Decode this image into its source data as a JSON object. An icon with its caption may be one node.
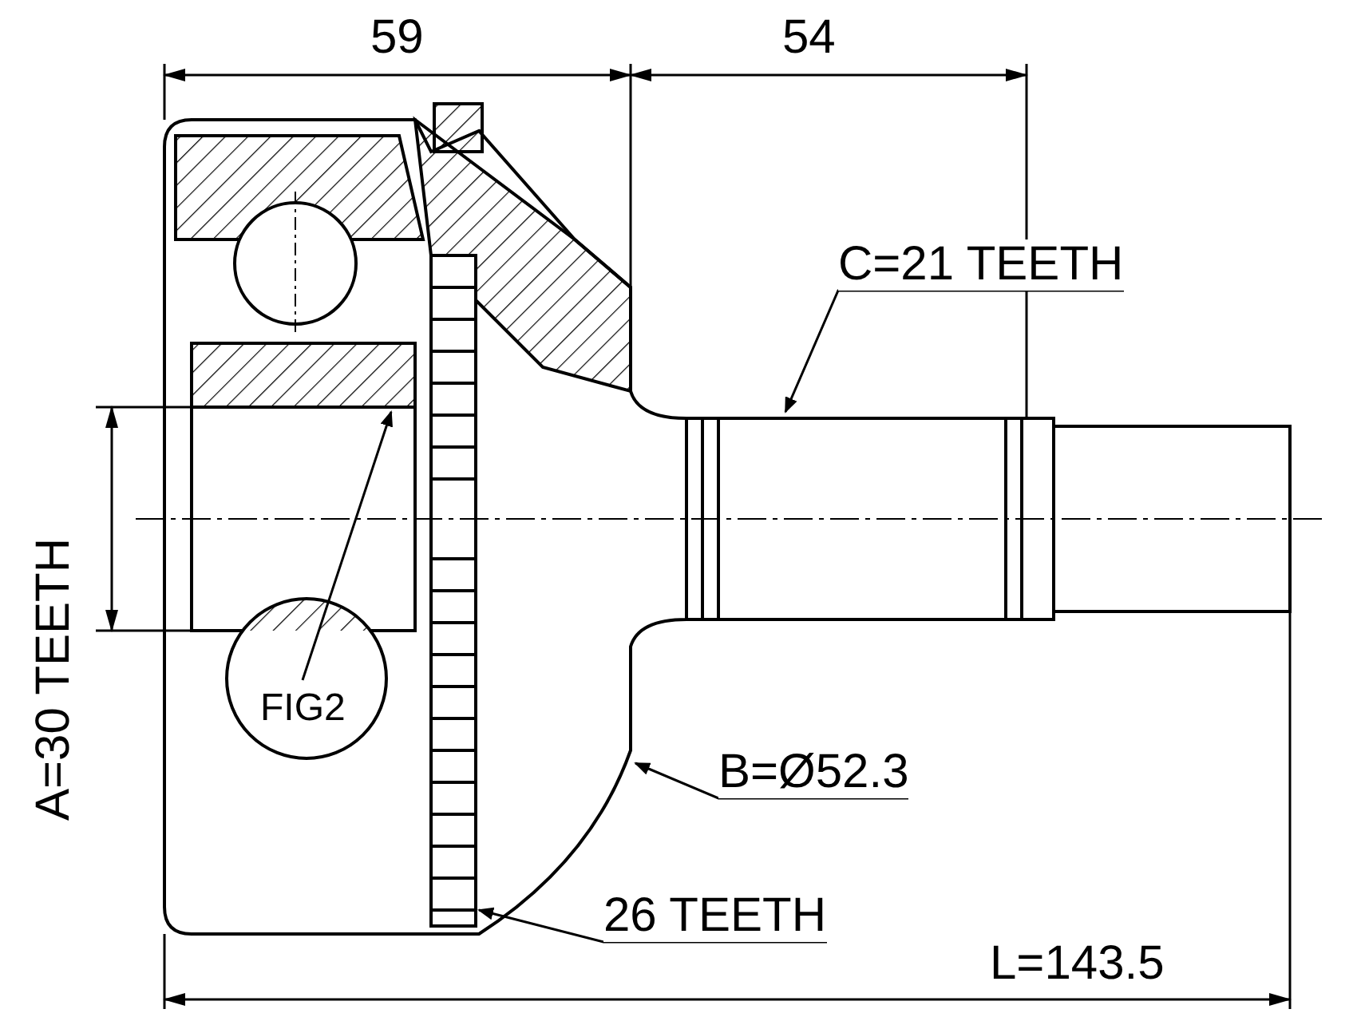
{
  "diagram": {
    "nodes": [
      {
        "text": [
          "C=21 TEETH"
        ]
      },
      {
        "text": [
          "B=Ø52.3"
        ]
      },
      {
        "text": [
          "26 TEETH"
        ]
      },
      {
        "text": [
          "FIG2"
        ]
      }
    ],
    "edges": [
      {
        "from": 0,
        "to": null,
        "arrow": "to"
      },
      {
        "from": 1,
        "to": null,
        "arrow": "to"
      },
      {
        "from": 2,
        "to": null,
        "arrow": "to"
      },
      {
        "from": 3,
        "to": null,
        "arrow": "to"
      }
    ],
    "labels": [
      "59",
      "54",
      "A=30 TEETH",
      "L=143.5"
    ]
  }
}
